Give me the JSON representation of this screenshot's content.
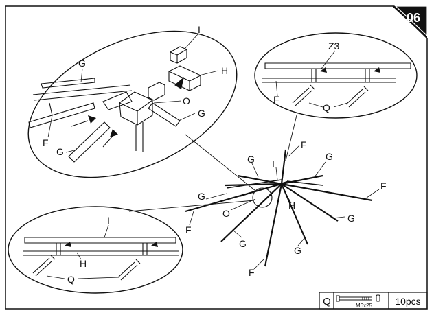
{
  "step": {
    "number": "06"
  },
  "labels": {
    "top_left_detail": [
      "I",
      "H",
      "G",
      "O",
      "G",
      "F",
      "G"
    ],
    "top_right_detail": [
      "Z3",
      "F",
      "Q"
    ],
    "bottom_left_detail": [
      "I",
      "H",
      "Q"
    ],
    "main_frame": [
      "F",
      "G",
      "G",
      "I",
      "G",
      "F",
      "F",
      "O",
      "H",
      "G",
      "G",
      "G",
      "F"
    ]
  },
  "parts_box": {
    "id": "Q",
    "size": "M6x25",
    "quantity": "10pcs"
  }
}
